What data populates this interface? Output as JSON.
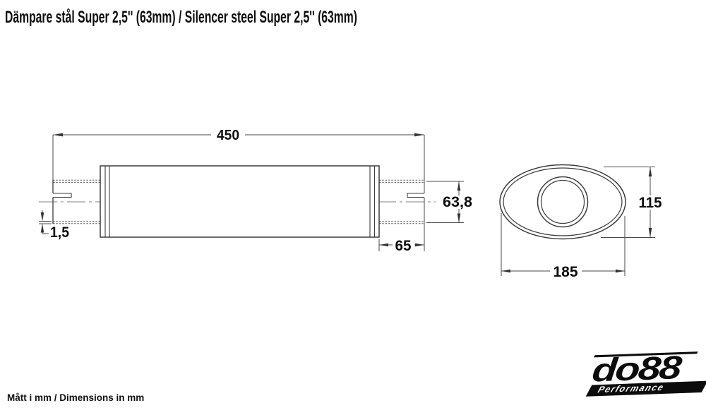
{
  "title": "Dämpare stål Super 2,5'' (63mm) / Silencer steel Super 2,5'' (63mm)",
  "footer_note": "Mått i mm / Dimensions in mm",
  "logo": {
    "brand": "do88",
    "tagline": "Performance"
  },
  "drawing": {
    "units": "mm",
    "side_view": {
      "name": "Silencer side view",
      "dimensions": {
        "total_length": "450",
        "pipe_diameter": "63,8",
        "pipe_wall_thickness": "1,5",
        "stub_length": "65"
      }
    },
    "end_view": {
      "name": "Silencer oval end view",
      "dimensions": {
        "body_height": "115",
        "body_width": "185"
      }
    }
  },
  "colors": {
    "background": "#ffffff",
    "outline": "#3c3c3c",
    "dim_line": "#4a4a4a",
    "centerline": "#9a9a9a",
    "text": "#0d0d0d"
  }
}
